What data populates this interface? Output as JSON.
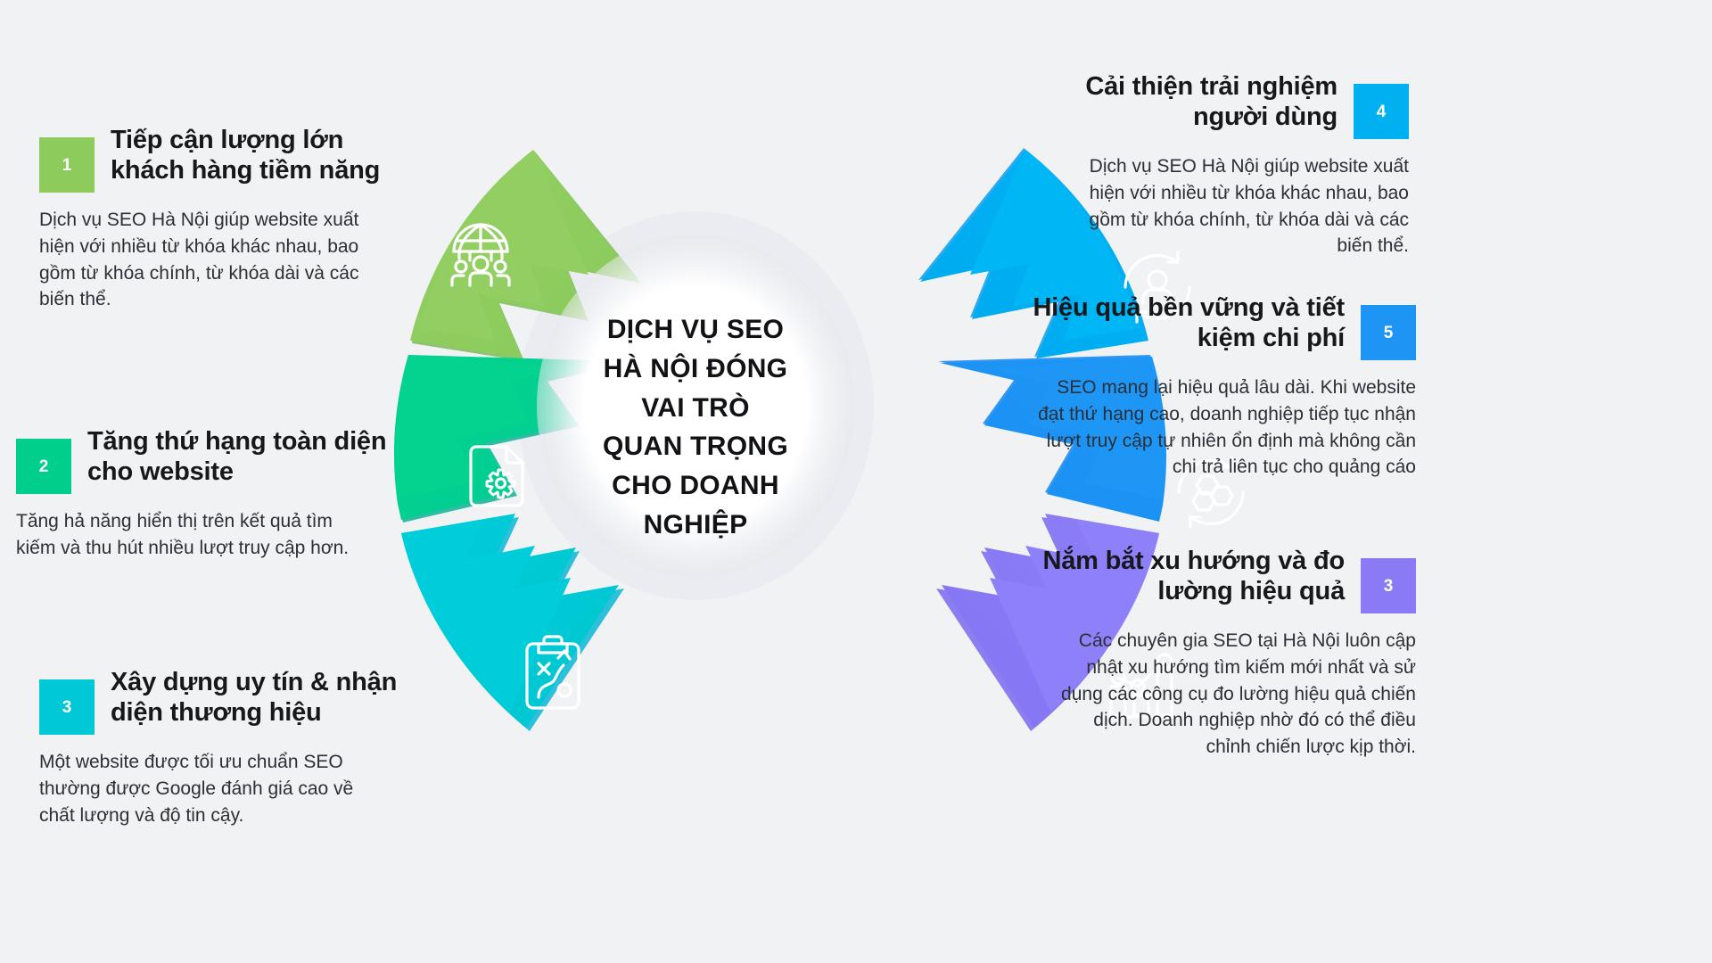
{
  "center": {
    "lines": [
      "DỊCH VỤ SEO",
      "HÀ NỘI ĐÓNG",
      "VAI TRÒ",
      "QUAN TRỌNG",
      "CHO DOANH",
      "NGHIỆP"
    ],
    "text": "DỊCH VỤ SEO HÀ NỘI ĐÓNG VAI TRÒ QUAN TRỌNG CHO DOANH NGHIỆP",
    "bg": "#ffffff"
  },
  "background": "#f1f2f4",
  "items": [
    {
      "number": "1",
      "color": "#8dcb5d",
      "color_dark": "#81b960",
      "side": "left",
      "icon": "globe-people-icon",
      "heading": "Tiếp cận lượng lớn khách hàng tiềm năng",
      "body": "Dịch vụ SEO Hà Nội giúp website xuất hiện với nhiều từ khóa khác nhau, bao gồm từ khóa chính, từ khóa dài và các biến thể."
    },
    {
      "number": "2",
      "color": "#00cf8b",
      "color_dark": "#1cb79b",
      "side": "left",
      "icon": "document-gear-icon",
      "heading": "Tăng thứ hạng toàn diện cho website",
      "body": "Tăng hả năng hiển thị trên kết quả tìm kiếm và thu hút nhiều lượt truy cập hơn."
    },
    {
      "number": "3",
      "color": "#00c8d4",
      "color_dark": "#18b8d6",
      "side": "left",
      "icon": "clipboard-strategy-icon",
      "heading": "Xây dựng uy tín & nhận diện thương hiệu",
      "body": "Một website được tối ưu chuẩn SEO thường được Google đánh giá cao về chất lượng và độ tin cậy."
    },
    {
      "number": "4",
      "color": "#00b0f0",
      "color_dark": "#1ca0f0",
      "side": "right",
      "icon": "user-refresh-icon",
      "heading": "Cải thiện trải nghiệm người dùng",
      "body": "Dịch vụ SEO Hà Nội giúp website xuất hiện với nhiều từ khóa khác nhau, bao gồm từ khóa chính, từ khóa dài và các biến thể."
    },
    {
      "number": "5",
      "color": "#1e95f5",
      "color_dark": "#1f8bf2",
      "side": "right",
      "icon": "hexagon-refresh-icon",
      "heading": "Hiệu quả bền vững và tiết kiệm chi phí",
      "body": "SEO mang lại hiệu quả lâu dài. Khi website đạt thứ hạng cao, doanh nghiệp tiếp tục nhận lượt truy cập tự nhiên ổn định mà không cần chi trả liên tục cho quảng cáo"
    },
    {
      "number": "3",
      "color": "#8a7bf5",
      "color_dark": "#7e72ef",
      "side": "right",
      "icon": "bar-chart-trend-icon",
      "heading": "Nắm bắt xu hướng và đo lường hiệu quả",
      "body": "Các chuyên gia SEO tại Hà Nội luôn cập nhật xu hướng tìm kiếm mới nhất và sử dụng các công cụ đo lường hiệu quả chiến dịch. Doanh nghiệp nhờ đó có thể điều chỉnh chiến lược kịp thời."
    }
  ]
}
